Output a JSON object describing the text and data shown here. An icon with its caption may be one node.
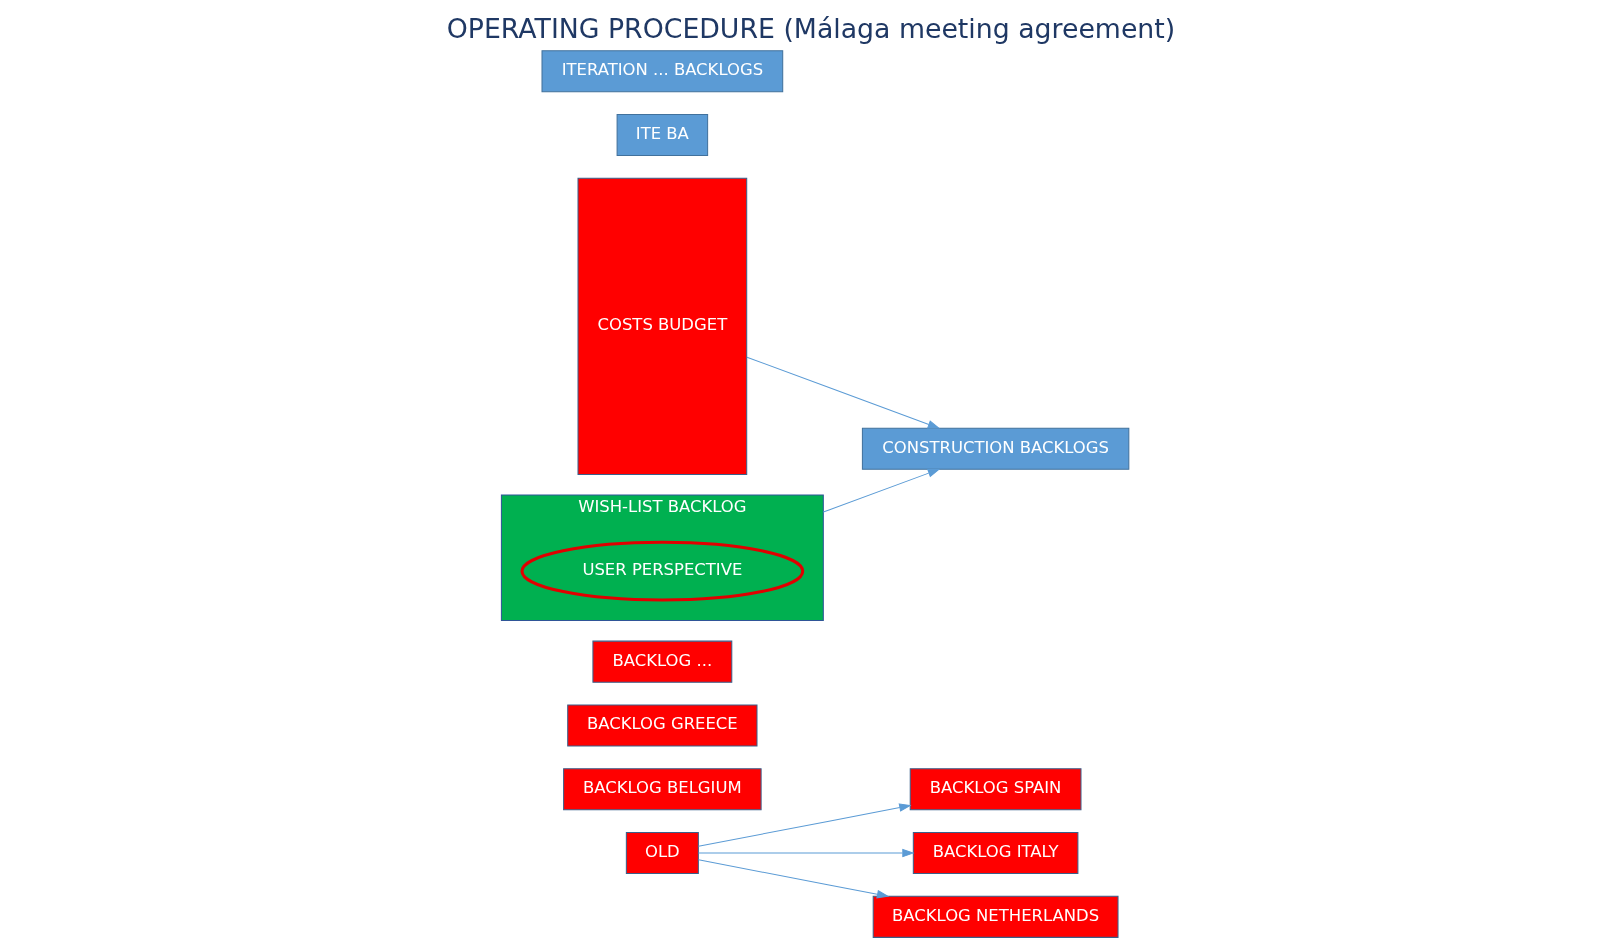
{
  "diagram": {
    "title": "OPERATING PROCEDURE (Málaga meeting agreement)",
    "nodes": [
      {
        "text": [
          "OLD"
        ]
      },
      {
        "text": [
          "BACKLOG SPAIN"
        ]
      },
      {
        "text": [
          "BACKLOG ITALY"
        ]
      },
      {
        "text": [
          "BACKLOG NETHERLANDS"
        ]
      },
      {
        "text": [
          "BACKLOG BELGIUM"
        ]
      },
      {
        "text": [
          "BACKLOG GREECE"
        ]
      },
      {
        "text": [
          "BACKLOG ..."
        ]
      },
      {
        "text": [
          "COSTS BUDGET"
        ]
      },
      {
        "text": [
          "WISH-LIST BACKLOG"
        ]
      },
      {
        "text": [
          "USER PERSPECTIVE"
        ],
        "in": 8
      },
      {
        "text": [
          "CONSTRUCTION BACKLOGS"
        ]
      },
      {
        "text": [
          "ITE BA"
        ]
      },
      {
        "text": [
          "ITERATION ... BACKLOGS"
        ]
      }
    ],
    "edges": [
      {
        "from": 0,
        "to": 1,
        "arrow": "to"
      },
      {
        "from": 0,
        "to": 2,
        "arrow": "to"
      },
      {
        "from": 0,
        "to": 3,
        "arrow": "to"
      },
      {
        "from": 7,
        "to": 10,
        "arrow": "to"
      },
      {
        "from": 8,
        "to": 10,
        "arrow": "to"
      }
    ]
  }
}
